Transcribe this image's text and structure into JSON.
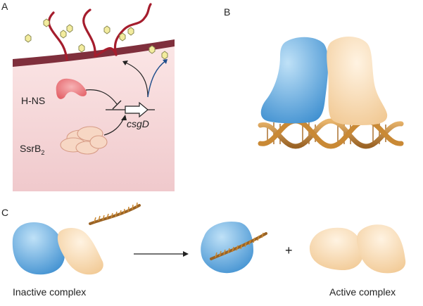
{
  "panels": {
    "a": {
      "label": "A",
      "hns": "H-NS",
      "ssrb_main": "SsrB",
      "ssrb_sub": "2",
      "gene": "csgD"
    },
    "b": {
      "label": "B"
    },
    "c": {
      "label": "C",
      "plus": "+",
      "inactive": "Inactive complex",
      "active": "Active complex"
    }
  },
  "colors": {
    "blue_protein": "#5aa6dc",
    "tan_protein": "#f4d3a6",
    "membrane": "#7f2f3c",
    "fiber": "#a51d2d",
    "cytoplasm": "#f5dada",
    "hns": "#e86f74",
    "dna": "#c98935",
    "molecule": "#f3ec9e",
    "arrow_blue": "#1f4e8c"
  }
}
